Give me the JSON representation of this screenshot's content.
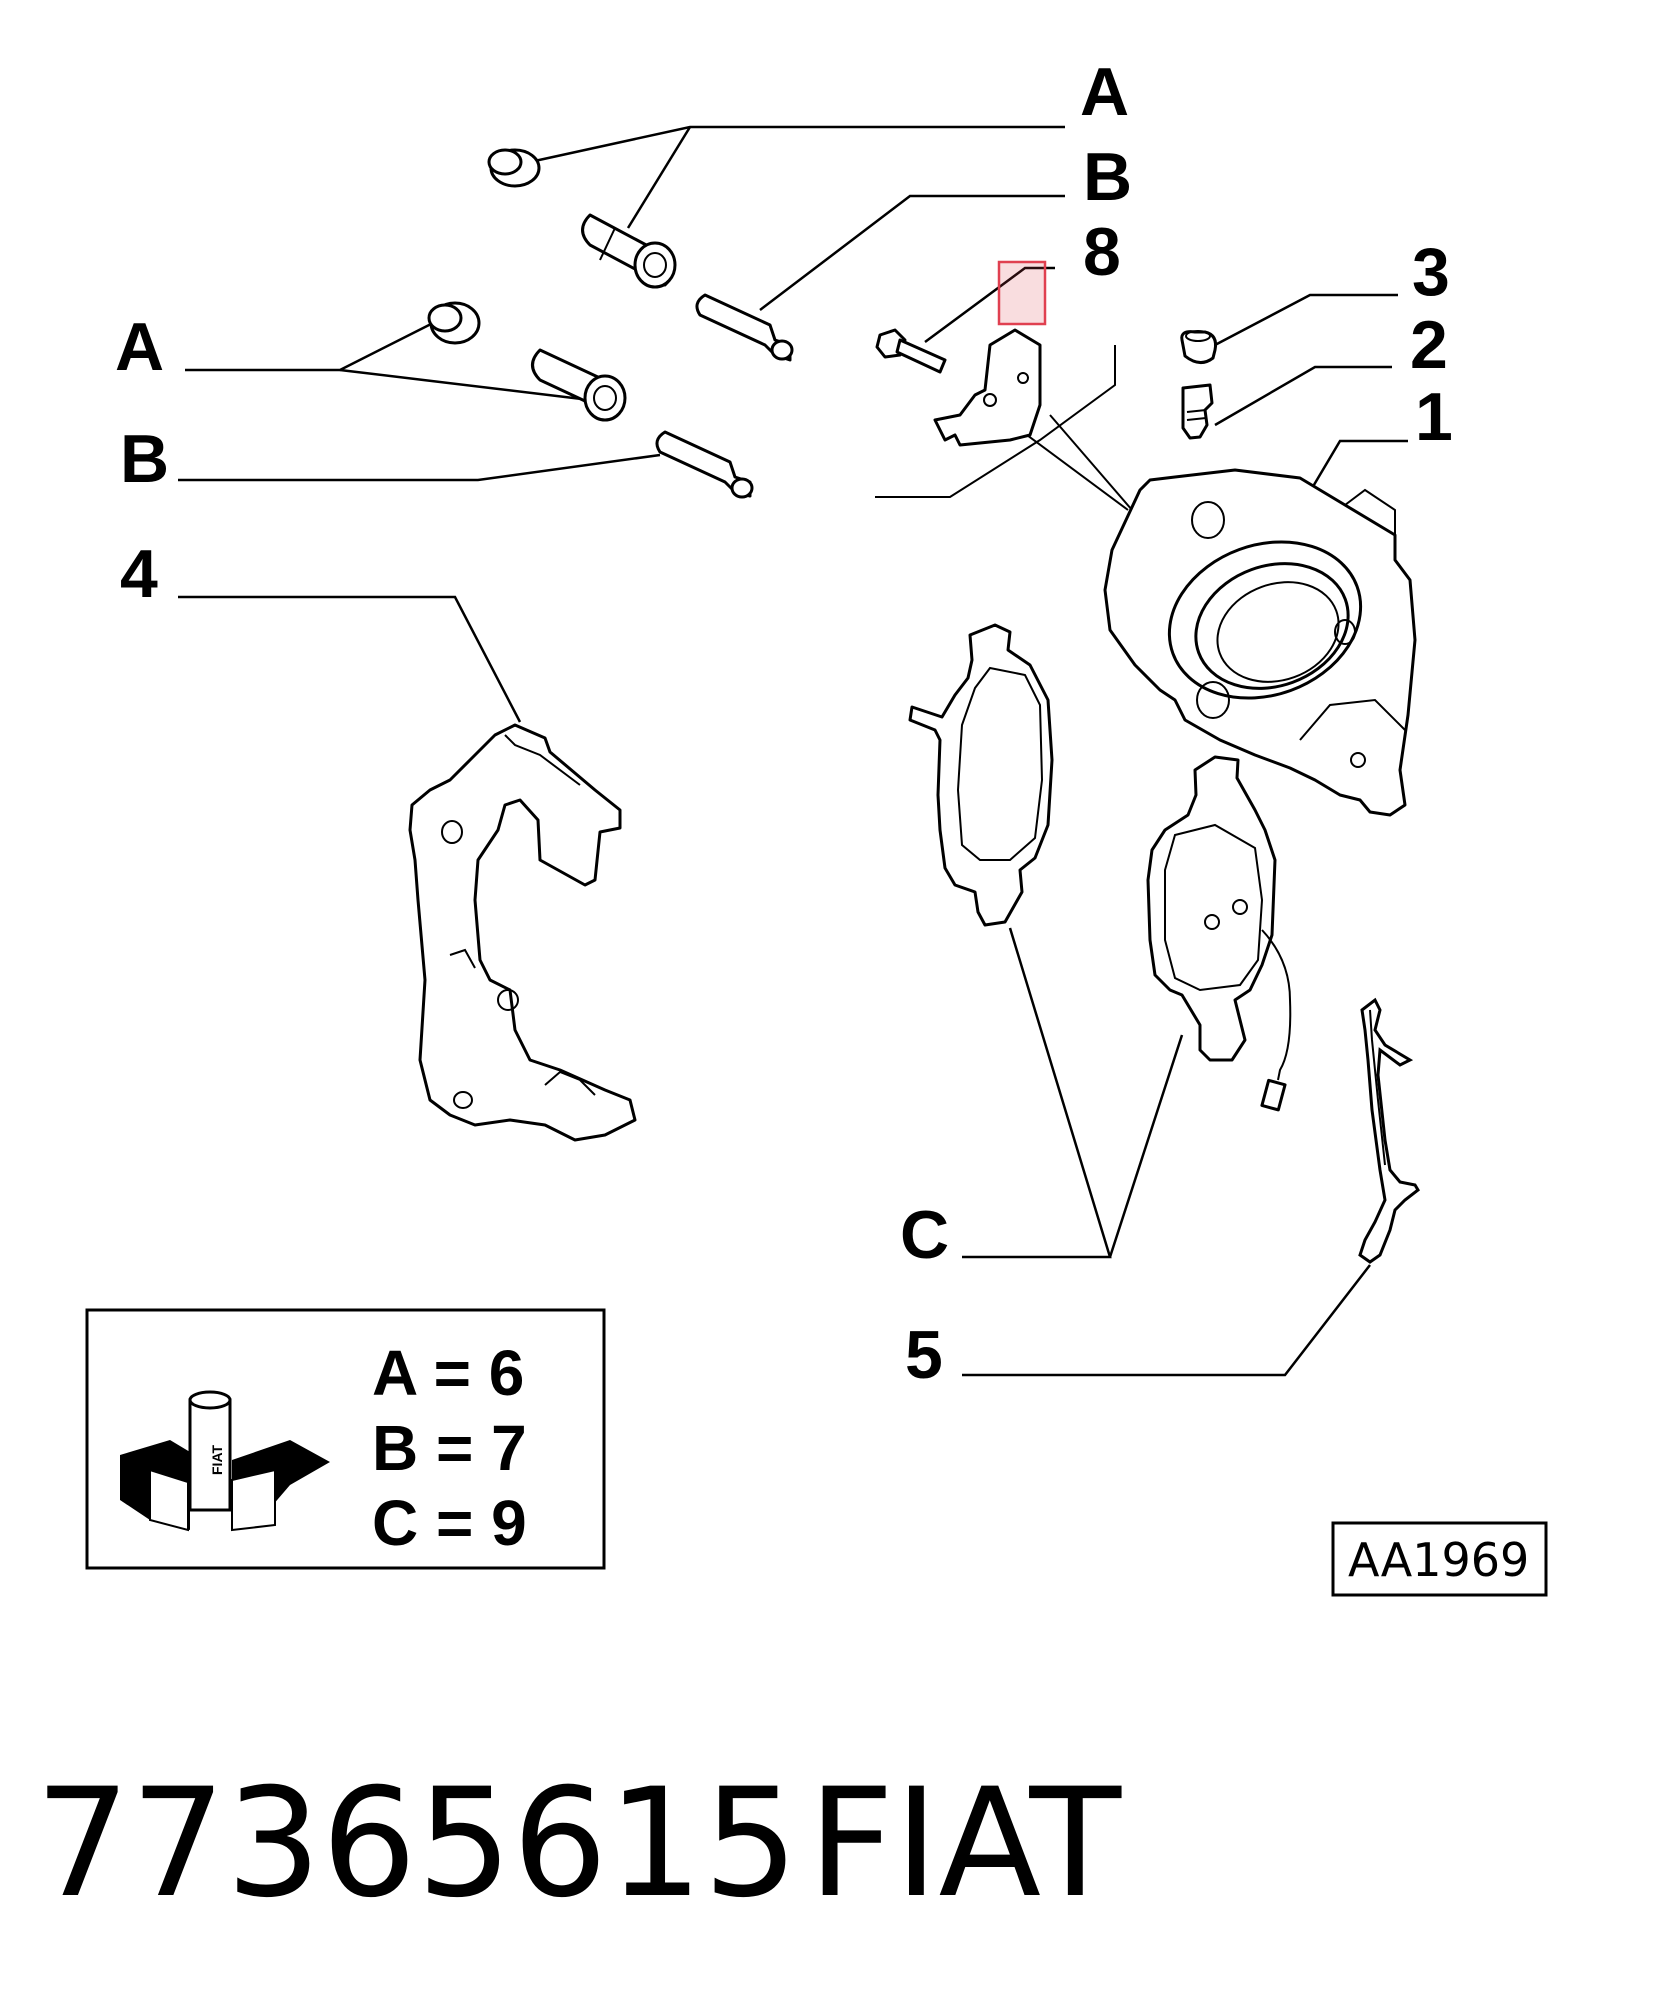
{
  "callouts": {
    "a_top": "A",
    "b_top": "B",
    "n8": "8",
    "n3": "3",
    "n2": "2",
    "n1": "1",
    "a_left": "A",
    "b_left": "B",
    "n4": "4",
    "c": "C",
    "n5": "5"
  },
  "legend": {
    "a_line": "A = 6",
    "b_line": "B = 7",
    "c_line": "C = 9",
    "box_brand": "FIAT"
  },
  "reference_code": "AA1969",
  "footer": {
    "part_number": "77365615",
    "brand": "FIAT"
  },
  "highlight_color": "#e04050"
}
